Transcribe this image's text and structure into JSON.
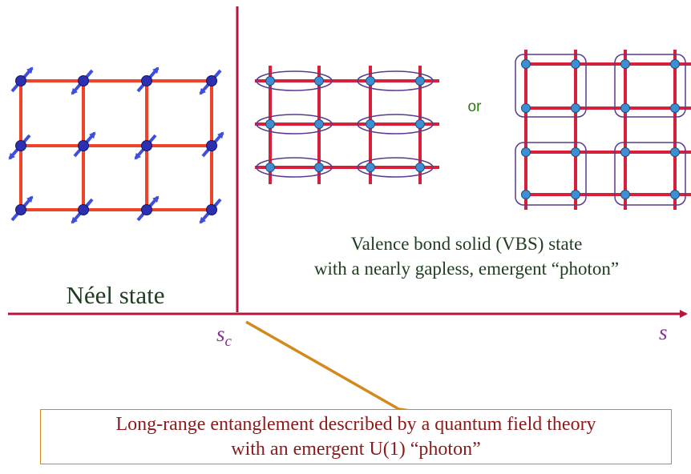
{
  "colors": {
    "axis": "#b5163a",
    "lattice_neel": "#f0442a",
    "lattice_vbs": "#d9203a",
    "spin_dot": "#2b2fb0",
    "spin_arrow": "#3d4fdc",
    "vbs_dot": "#3e8fd1",
    "dimer_ring": "#5a3a8c",
    "purple_label": "#8a2c9a",
    "dark_red_text": "#8b1a1a",
    "green_text": "#2a7a10",
    "callout_arrow": "#d38a1c"
  },
  "icons": {
    "spin": "spin-arrow-icon",
    "site": "lattice-site-icon"
  },
  "labels": {
    "neel": "Néel state",
    "vbs_line1": "Valence bond solid (VBS) state",
    "vbs_line2": "with a nearly gapless, emergent “photon”",
    "or": "or",
    "s_c_main": "s",
    "s_c_sub": "c",
    "s_axis": "s"
  },
  "callout": {
    "line1": "Long-range entanglement described by a quantum field theory",
    "line2": "with an emergent U(1) “photon”"
  }
}
